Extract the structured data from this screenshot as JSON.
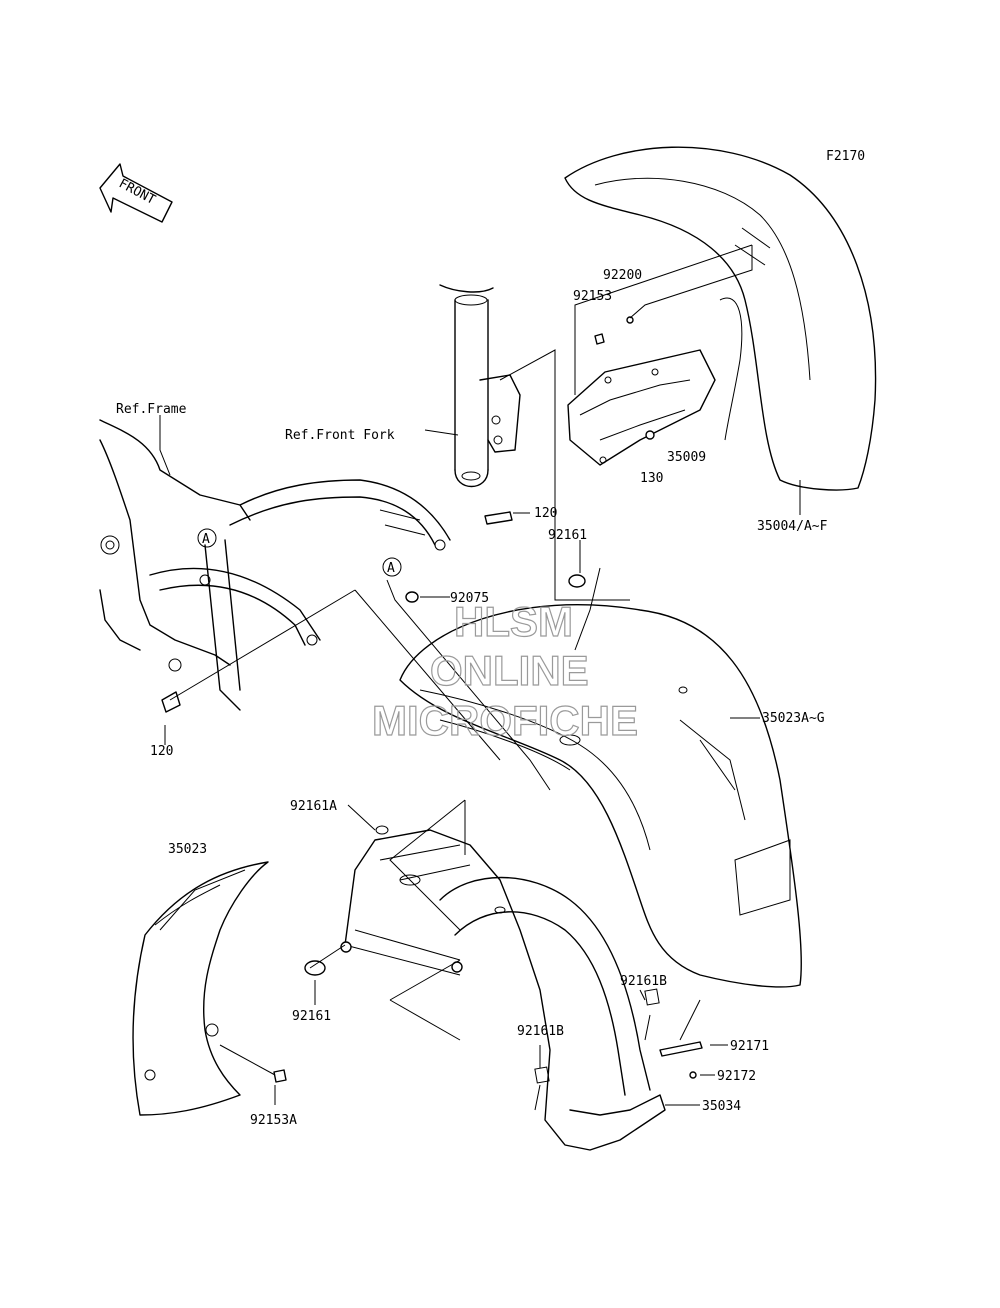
{
  "figure_code": "F2170",
  "front_arrow": "FRONT",
  "watermark": [
    "HLSM",
    "ONLINE",
    "MICROFICHE"
  ],
  "refs": {
    "frame": "Ref.Frame",
    "front_fork": "Ref.Front Fork"
  },
  "callout_a": "A",
  "parts": {
    "p92200": "92200",
    "p92153": "92153",
    "p35009": "35009",
    "p130": "130",
    "p35004": "35004/A~F",
    "p120_top": "120",
    "p92161_top": "92161",
    "p92075": "92075",
    "p35023AG": "35023A~G",
    "p120_bot": "120",
    "p92161A": "92161A",
    "p35023": "35023",
    "p92161B_r": "92161B",
    "p92161_bot": "92161",
    "p92161B_l": "92161B",
    "p92171": "92171",
    "p92172": "92172",
    "p35034": "35034",
    "p92153A": "92153A"
  }
}
